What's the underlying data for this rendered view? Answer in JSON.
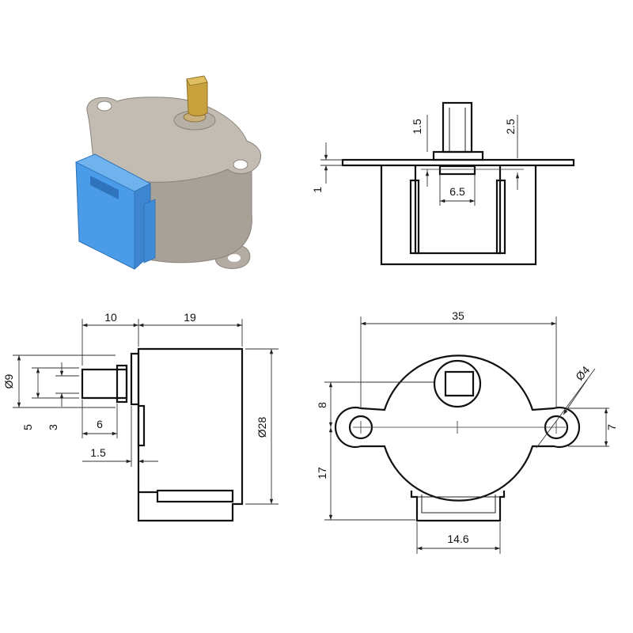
{
  "colors": {
    "line": "#111111",
    "motor_body": "#aaa49b",
    "motor_top": "#c2bcb3",
    "connector": "#4a9be8",
    "shaft": "#c8a23c"
  },
  "views": {
    "top_view": {
      "dims": {
        "shaft_height": "1.5",
        "boss_height": "2.5",
        "flange_thickness": "1",
        "shaft_offset": "6.5"
      }
    },
    "side_view": {
      "dims": {
        "overall_depth": "10",
        "body_depth": "19",
        "shaft_diameter": "Ø9",
        "flat_width": "5",
        "flat_width_inner": "3",
        "shaft_length": "6",
        "boss_thickness": "1.5",
        "body_diameter": "Ø28"
      }
    },
    "front_view": {
      "dims": {
        "mount_spacing": "35",
        "hole_diameter": "Ø4",
        "shaft_offset": "8",
        "ear_height": "7",
        "center_height": "17",
        "connector_width": "14.6"
      }
    }
  }
}
